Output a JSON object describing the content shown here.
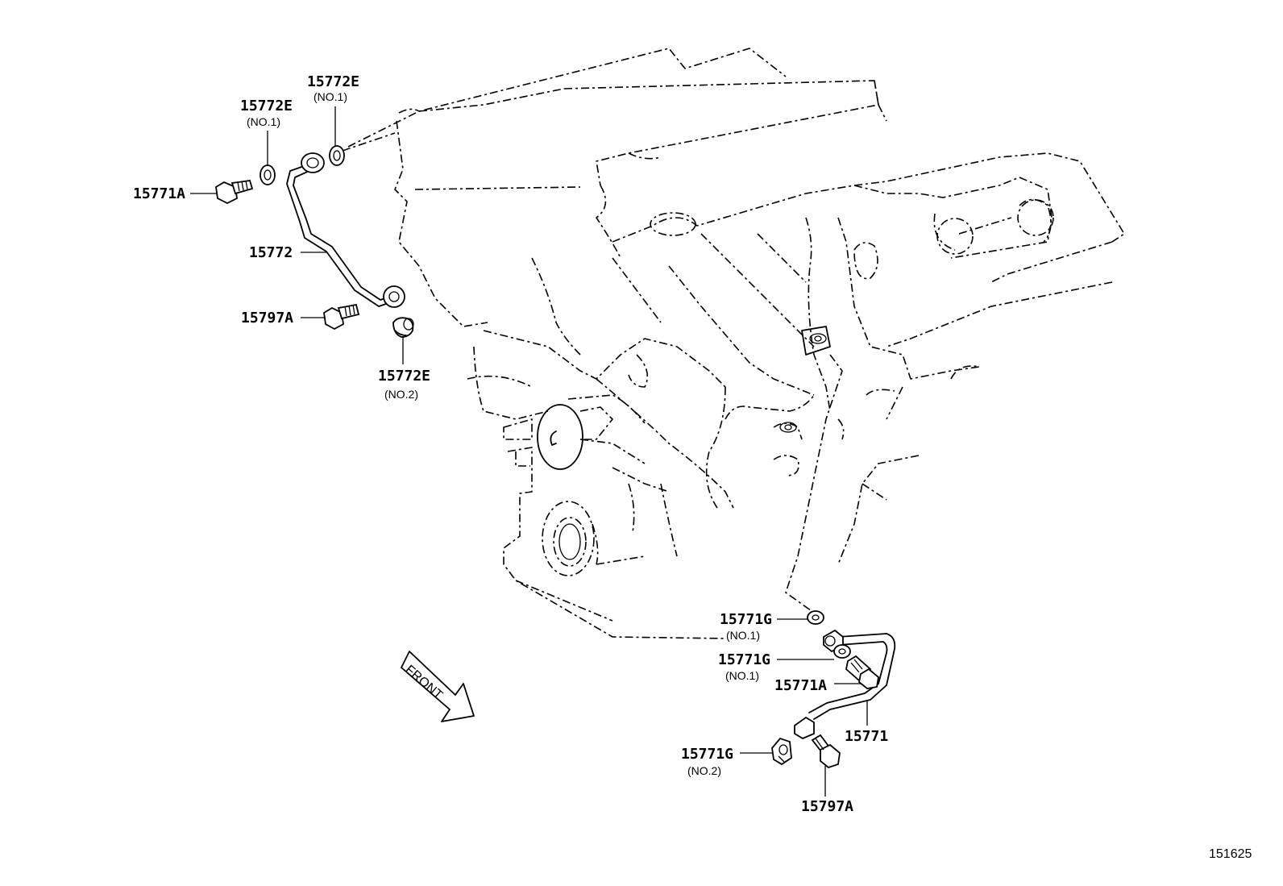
{
  "callouts": {
    "p15771A_top": "15771A",
    "p15772": "15772",
    "p15797A_top": "15797A",
    "p15772E_a": "15772E",
    "p15772E_a_sub": "(NO.1)",
    "p15772E_b": "15772E",
    "p15772E_b_sub": "(NO.1)",
    "p15772E_c": "15772E",
    "p15772E_c_sub": "(NO.2)",
    "p15771G_a": "15771G",
    "p15771G_a_sub": "(NO.1)",
    "p15771G_b": "15771G",
    "p15771G_b_sub": "(NO.1)",
    "p15771A_bottom": "15771A",
    "p15771": "15771",
    "p15771G_c": "15771G",
    "p15771G_c_sub": "(NO.2)",
    "p15797A_bottom": "15797A"
  },
  "front_arrow_label": "FRONT",
  "diagram_ref": "151625"
}
